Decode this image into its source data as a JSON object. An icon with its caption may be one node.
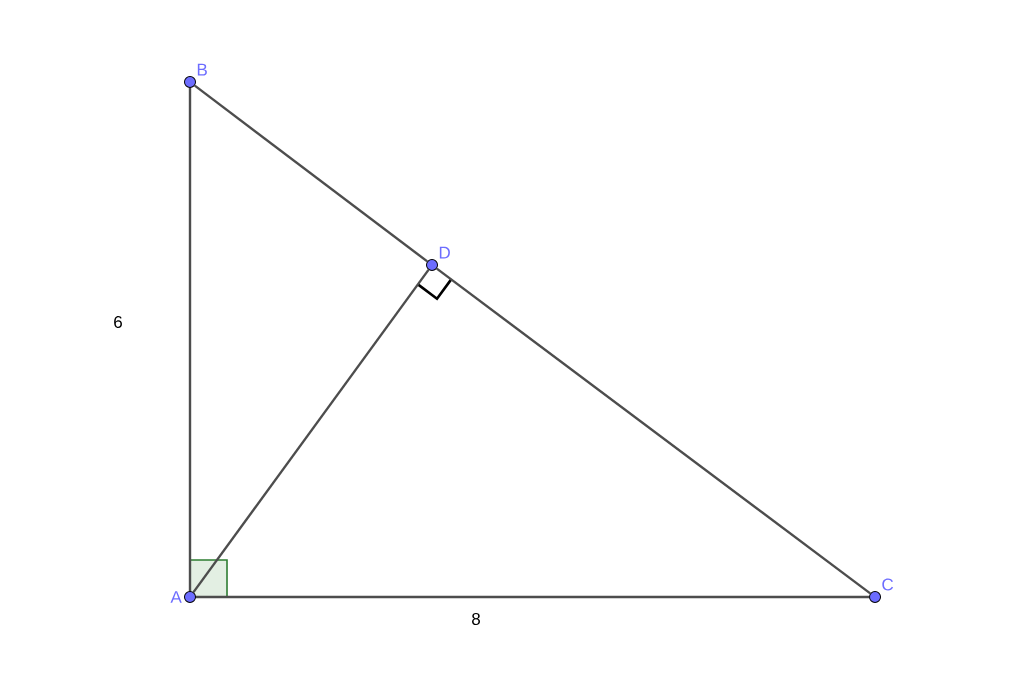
{
  "diagram": {
    "nodes": [
      {
        "text": [
          "B"
        ]
      },
      {
        "text": [
          "D"
        ]
      },
      {
        "text": [
          "A"
        ]
      },
      {
        "text": [
          "C"
        ]
      }
    ],
    "edges": [
      {
        "from": 2,
        "to": 0,
        "arrow": "none",
        "label": "6"
      },
      {
        "from": 2,
        "to": 3,
        "arrow": "none",
        "label": "8"
      },
      {
        "from": 0,
        "to": 1,
        "arrow": "none"
      },
      {
        "from": 1,
        "to": 3,
        "arrow": "none"
      },
      {
        "from": 2,
        "to": 1,
        "arrow": "none"
      }
    ]
  }
}
